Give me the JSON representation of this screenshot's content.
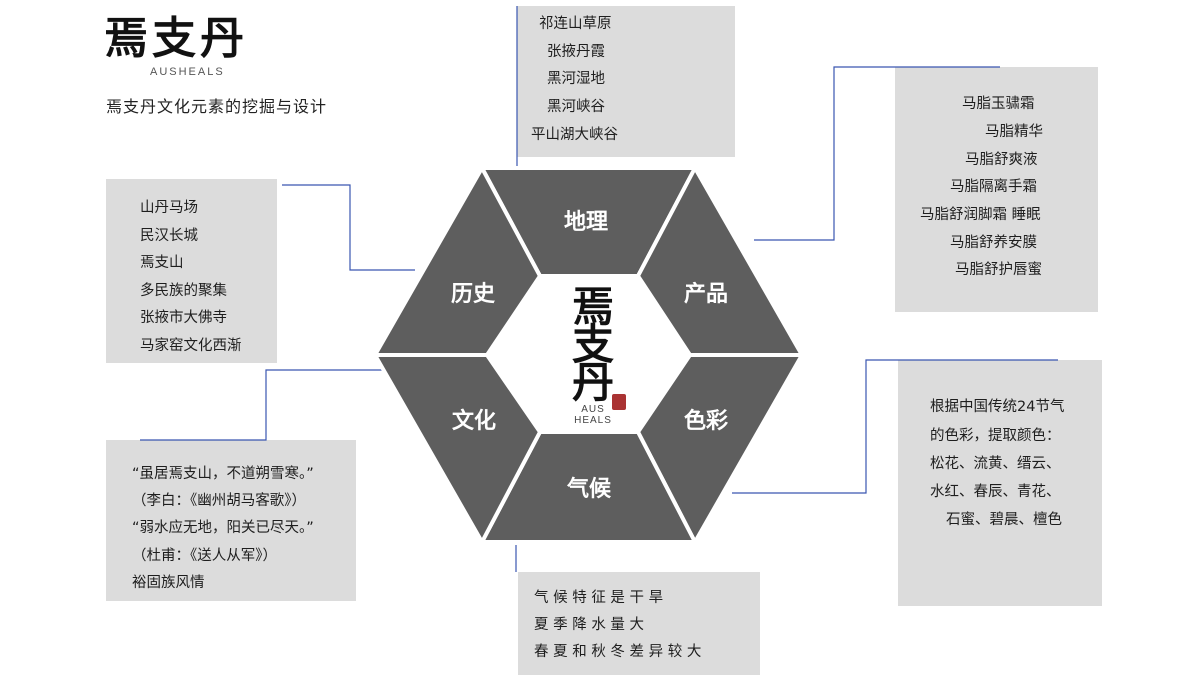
{
  "brand": {
    "name": "焉支丹",
    "latin": "AUSHEALS",
    "subtitle": "焉支丹文化元素的挖掘与设计"
  },
  "hexagon": {
    "center_name": [
      "焉",
      "支",
      "丹"
    ],
    "center_latin": [
      "AUS",
      "HEALS"
    ],
    "segments": [
      "地理",
      "产品",
      "色彩",
      "气候",
      "文化",
      "历史"
    ]
  },
  "boxes": {
    "geography": [
      "祁连山草原",
      "张掖丹霞",
      "黑河湿地",
      "黑河峡谷",
      "平山湖大峡谷"
    ],
    "products": [
      "马脂玉骕霜",
      "马脂精华",
      "马脂舒爽液",
      "马脂隔离手霜",
      "马脂舒润脚霜 睡眠",
      "马脂舒养安膜",
      "马脂舒护唇蜜"
    ],
    "history": [
      "山丹马场",
      "民汉长城",
      "焉支山",
      "多民族的聚集",
      "张掖市大佛寺",
      "马家窑文化西渐"
    ],
    "colors": [
      "根据中国传统24节气",
      "的色彩，提取颜色：",
      "松花、流黄、缙云、",
      "水红、春辰、青花、",
      "石蜜、碧晨、檀色"
    ],
    "culture": [
      "“虽居焉支山，不道朔雪寒。”",
      "（李白：《幽州胡马客歌》）",
      "“弱水应无地，阳关已尽天。”",
      "（杜甫：《送人从军》）",
      "裕固族风情"
    ],
    "climate": [
      "气 候 特 征 是 干 旱",
      "夏 季 降 水 量 大",
      "春 夏 和 秋 冬 差 异 较 大"
    ]
  },
  "colors": {
    "segment_fill": "#5e5e5e",
    "box_fill": "#dcdcdc",
    "connector": "#3a56b0"
  }
}
